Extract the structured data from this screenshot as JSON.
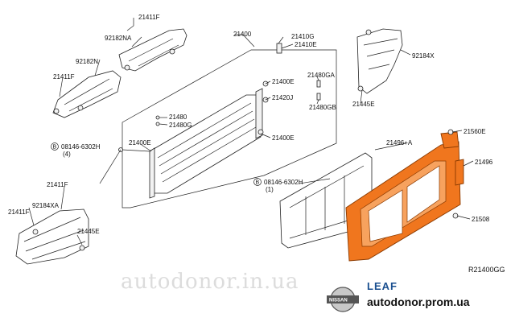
{
  "labels": {
    "p21411F_top": "21411F",
    "p92182NA": "92182NA",
    "p92182N": "92182N",
    "p21411F_mid": "21411F",
    "p21400": "21400",
    "p21410G": "21410G",
    "p21410E": "21410E",
    "p21400E_a": "21400E",
    "p21420J": "21420J",
    "p21480GA": "21480GA",
    "p21480GB": "21480GB",
    "p21480": "21480",
    "p21480G": "21480G",
    "p21400E_b": "21400E",
    "p21400E_c": "21400E",
    "p92184X": "92184X",
    "p21445E_top": "21445E",
    "p21560E": "21560E",
    "p21496A": "21496+A",
    "p21496": "21496",
    "p21508": "21508",
    "bolt1_code": "08146-6302H",
    "bolt1_qty": "(4)",
    "bolt2_code": "08146-6302H",
    "bolt2_qty": "(1)",
    "p21411F_bl": "21411F",
    "p92184XA": "92184XA",
    "p21411F_bl2": "21411F",
    "p21445E_bl": "21445E"
  },
  "bolt_symbol": "B",
  "reference": "R21400GG",
  "watermark": "autodonor.in.ua",
  "brand": {
    "badge": "NISSAN",
    "model": "LEAF",
    "shop": "autodonor.prom.ua"
  },
  "colors": {
    "highlight": "#f0761e",
    "model": "#1a4f8f"
  }
}
